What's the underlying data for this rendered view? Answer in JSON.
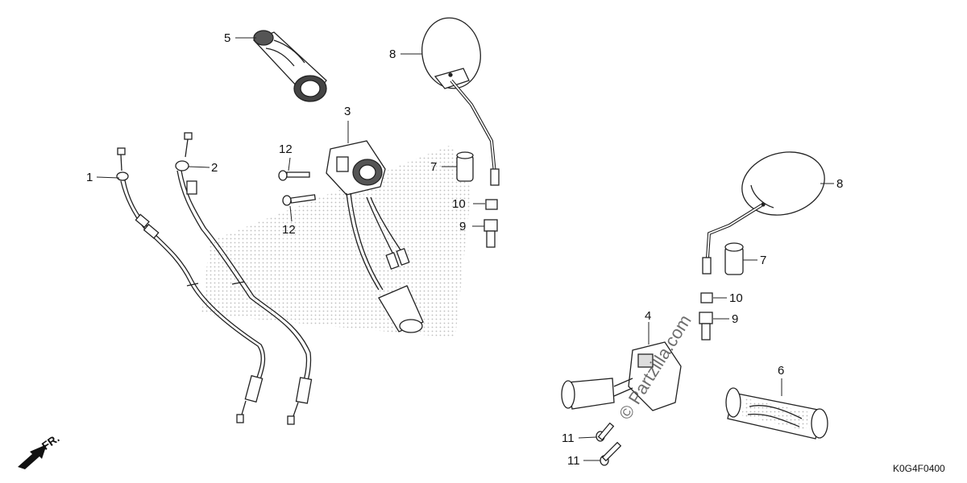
{
  "diagram": {
    "callouts": {
      "c1": "1",
      "c2": "2",
      "c3": "3",
      "c4": "4",
      "c5": "5",
      "c6": "6",
      "c7a": "7",
      "c7b": "7",
      "c8a": "8",
      "c8b": "8",
      "c9a": "9",
      "c9b": "9",
      "c10a": "10",
      "c10b": "10",
      "c11a": "11",
      "c11b": "11",
      "c12a": "12",
      "c12b": "12"
    },
    "direction_label": "FR.",
    "watermark": "© Partzilla.com",
    "diagram_code": "K0G4F0400"
  }
}
